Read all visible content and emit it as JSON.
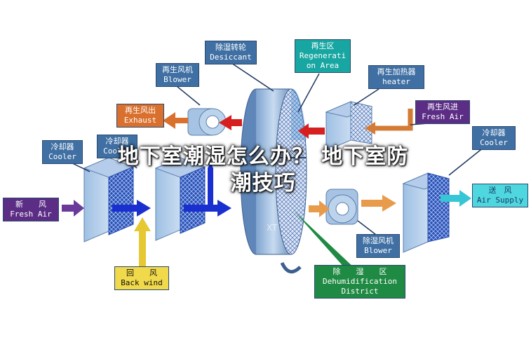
{
  "labels": {
    "desiccant": {
      "cn": "除湿转轮",
      "en": "Desiccant"
    },
    "regen_area": {
      "cn": "再生区",
      "en1": "Regenerati",
      "en2": "on Area"
    },
    "regen_blower": {
      "cn": "再生风机",
      "en": "Blower"
    },
    "regen_heater": {
      "cn": "再生加热器",
      "en": "heater"
    },
    "regen_exhaust": {
      "cn": "再生风出",
      "en": "Exhaust"
    },
    "regen_fresh_in": {
      "cn": "再生风进",
      "en": "Fresh Air"
    },
    "cooler_right": {
      "cn": "冷却器",
      "en": "Cooler"
    },
    "cooler_left1": {
      "cn": "冷却器",
      "en": "Cooler"
    },
    "cooler_left2": {
      "cn": "冷却器",
      "en": "Cooler"
    },
    "fresh_air": {
      "cn": "新　　风",
      "en": "Fresh Air"
    },
    "air_supply": {
      "cn": "送　风",
      "en": "Air Supply"
    },
    "dehum_blower": {
      "cn": "除湿风机",
      "en": "Blower"
    },
    "back_wind": {
      "cn": "回　　风",
      "en": "Back wind"
    },
    "dehum_district": {
      "cn": "除　　湿　　区",
      "en1": "Dehumidification",
      "en2": "District"
    }
  },
  "overlay": {
    "line1": "地下室潮湿怎么办？ 地下室防",
    "line2": "潮技巧"
  },
  "watermark": "XT"
}
